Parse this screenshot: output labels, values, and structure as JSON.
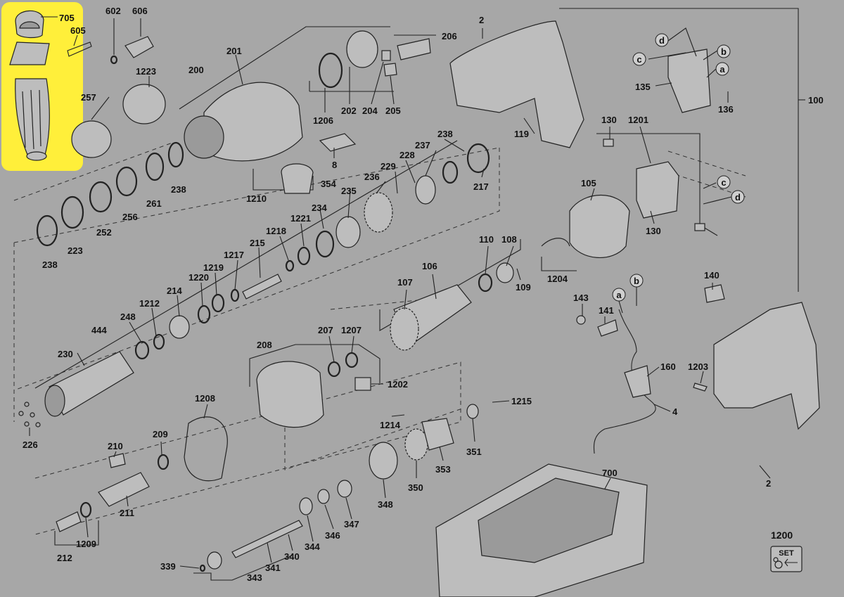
{
  "highlight_color": "#ffef3a",
  "background_color": "#a7a7a7",
  "callouts": {
    "c705": "705",
    "c605": "605",
    "c602": "602",
    "c606": "606",
    "c200": "200",
    "c201": "201",
    "c206": "206",
    "c1223": "1223",
    "c257": "257",
    "c1206": "1206",
    "c202": "202",
    "c204": "204",
    "c205": "205",
    "c8": "8",
    "c238a": "238",
    "c238b": "238",
    "c238c": "238",
    "c217": "217",
    "c237": "237",
    "c228": "228",
    "c229": "229",
    "c236": "236",
    "c261": "261",
    "c256": "256",
    "c252": "252",
    "c223": "223",
    "c1210": "1210",
    "c354": "354",
    "c235": "235",
    "c234": "234",
    "c1221": "1221",
    "c1218": "1218",
    "c215": "215",
    "c1217": "1217",
    "c1219": "1219",
    "c1220": "1220",
    "c214": "214",
    "c1212": "1212",
    "c248": "248",
    "c444": "444",
    "c230": "230",
    "c226": "226",
    "c2a": "2",
    "c2b": "2",
    "c119": "119",
    "c100": "100",
    "c135": "135",
    "c136": "136",
    "c130a": "130",
    "c130b": "130",
    "c1201": "1201",
    "c105": "105",
    "c110": "110",
    "c108": "108",
    "c109": "109",
    "c106": "106",
    "c107": "107",
    "c1204": "1204",
    "c140": "140",
    "c143": "143",
    "c141": "141",
    "c160": "160",
    "c4": "4",
    "c1203": "1203",
    "c207": "207",
    "c1207": "1207",
    "c208": "208",
    "c1202": "1202",
    "c1208": "1208",
    "c1215": "1215",
    "c1214": "1214",
    "c351": "351",
    "c353": "353",
    "c350": "350",
    "c348": "348",
    "c209": "209",
    "c210": "210",
    "c211": "211",
    "c212": "212",
    "c1209": "1209",
    "c347": "347",
    "c346": "346",
    "c344": "344",
    "c340": "340",
    "c341": "341",
    "c339": "339",
    "c343": "343",
    "c700": "700",
    "c1200": "1200"
  },
  "letters": {
    "a1": "a",
    "b1": "b",
    "c1": "c",
    "d1": "d",
    "c2": "c",
    "d2": "d",
    "a2": "a",
    "b2": "b"
  },
  "set_badge": "SET"
}
